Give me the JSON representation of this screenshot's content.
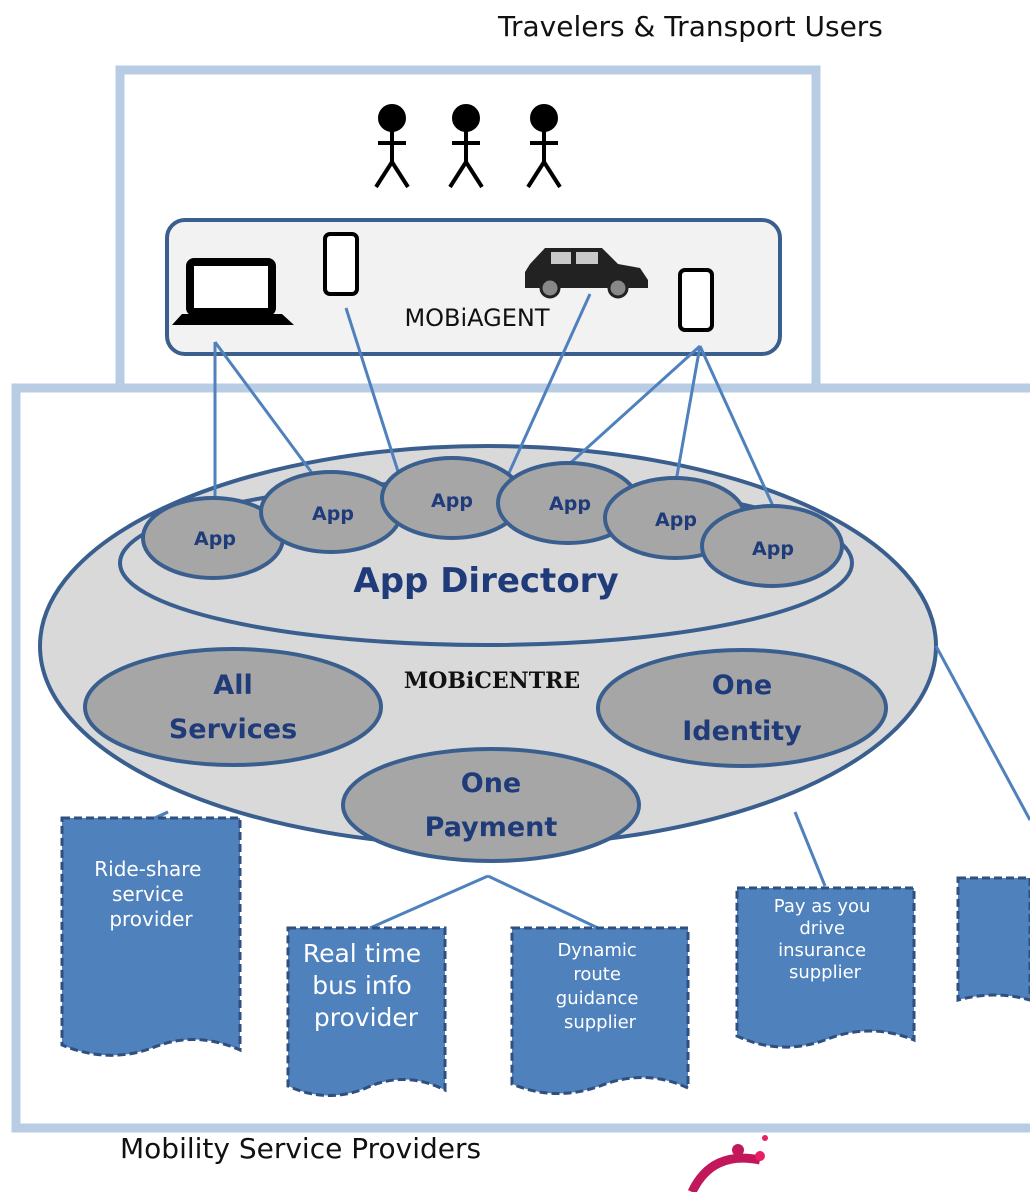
{
  "header": {
    "title": "Travelers & Transport Users"
  },
  "footer": {
    "title": "Mobility Service Providers"
  },
  "agent": {
    "label": "MOBiAGENT"
  },
  "centre": {
    "label": "MOBiCENTRE",
    "directory_label": "App Directory",
    "apps": [
      "App",
      "App",
      "App",
      "App",
      "App",
      "App"
    ],
    "components": {
      "all_services": [
        "All",
        "Services"
      ],
      "one_identity": [
        "One",
        "Identity"
      ],
      "one_payment": [
        "One",
        "Payment"
      ]
    }
  },
  "providers": [
    {
      "lines": [
        "Ride-share",
        "service",
        "provider"
      ]
    },
    {
      "lines": [
        "Real time",
        "bus info",
        "provider"
      ]
    },
    {
      "lines": [
        "Dynamic",
        "route",
        "guidance",
        "supplier"
      ]
    },
    {
      "lines": [
        "Pay as you",
        "drive",
        "insurance",
        "supplier"
      ]
    },
    {
      "lines": []
    }
  ],
  "colors": {
    "frame": "#b8cce4",
    "line": "#4f81bd",
    "ellipse_stroke": "#3a5f8f",
    "ellipse_fill": "#d9d9d9",
    "component_fill": "#a6a6a6",
    "label_navy": "#1f3b7a",
    "provider_fill": "#4f81bd",
    "provider_border": "#2f4f7f"
  },
  "icons": [
    "person-icon",
    "laptop-icon",
    "smartphone-icon",
    "car-icon"
  ]
}
